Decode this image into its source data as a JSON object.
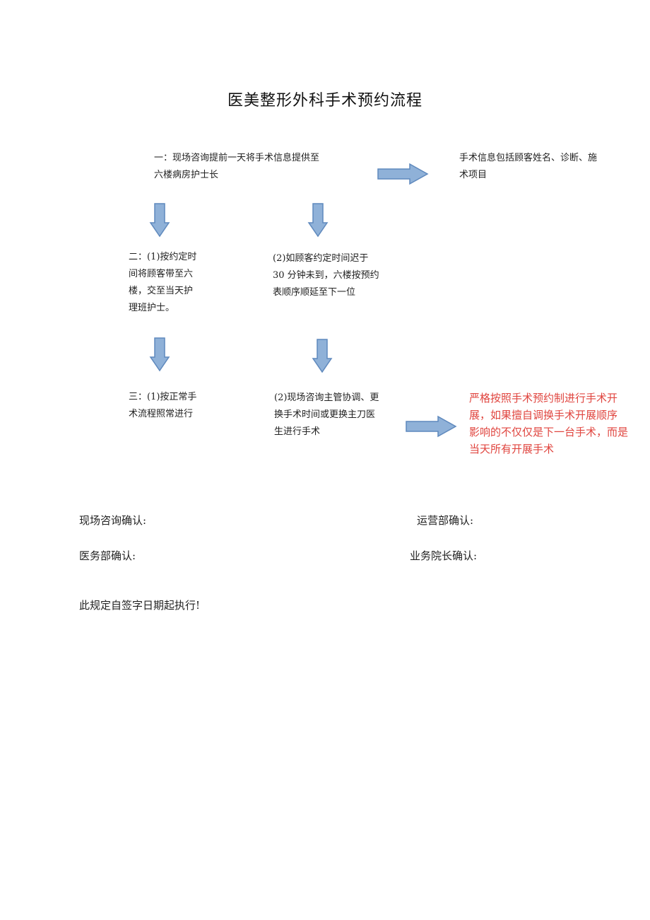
{
  "title": "医美整形外科手术预约流程",
  "steps": {
    "step1": [
      "一：现场咨询提前一天将手术信息提供至",
      "六楼病房护士长"
    ],
    "note1": [
      "手术信息包括顾客姓名、诊断、施",
      "术项目"
    ],
    "step2_left": [
      "二：(1)按约定时",
      "间将顾客带至六",
      "楼，交至当天护",
      "理班护士。"
    ],
    "step2_right": [
      "(2)如顾客约定时间迟于",
      "30 分钟未到，六楼按预约",
      "表顺序顺延至下一位"
    ],
    "step3_left": [
      "三：(1)按正常手",
      "术流程照常进行"
    ],
    "step3_right": [
      "(2)现场咨询主管协调、更",
      "换手术时间或更换主刀医",
      "生进行手术"
    ],
    "warning": [
      "严格按照手术预约制进行手术开",
      "展，如果擅自调换手术开展顺序",
      "影响的不仅仅是下一台手术，而是",
      "当天所有开展手术"
    ]
  },
  "signatures": {
    "consult": "现场咨询确认:",
    "operations": "运营部确认:",
    "medical": "医务部确认:",
    "president": "业务院长确认:"
  },
  "footer": "此规定自签字日期起执行!",
  "colors": {
    "arrow_fill": "#8fb1d8",
    "arrow_stroke": "#5f89bd",
    "warning": "#e0453f"
  }
}
